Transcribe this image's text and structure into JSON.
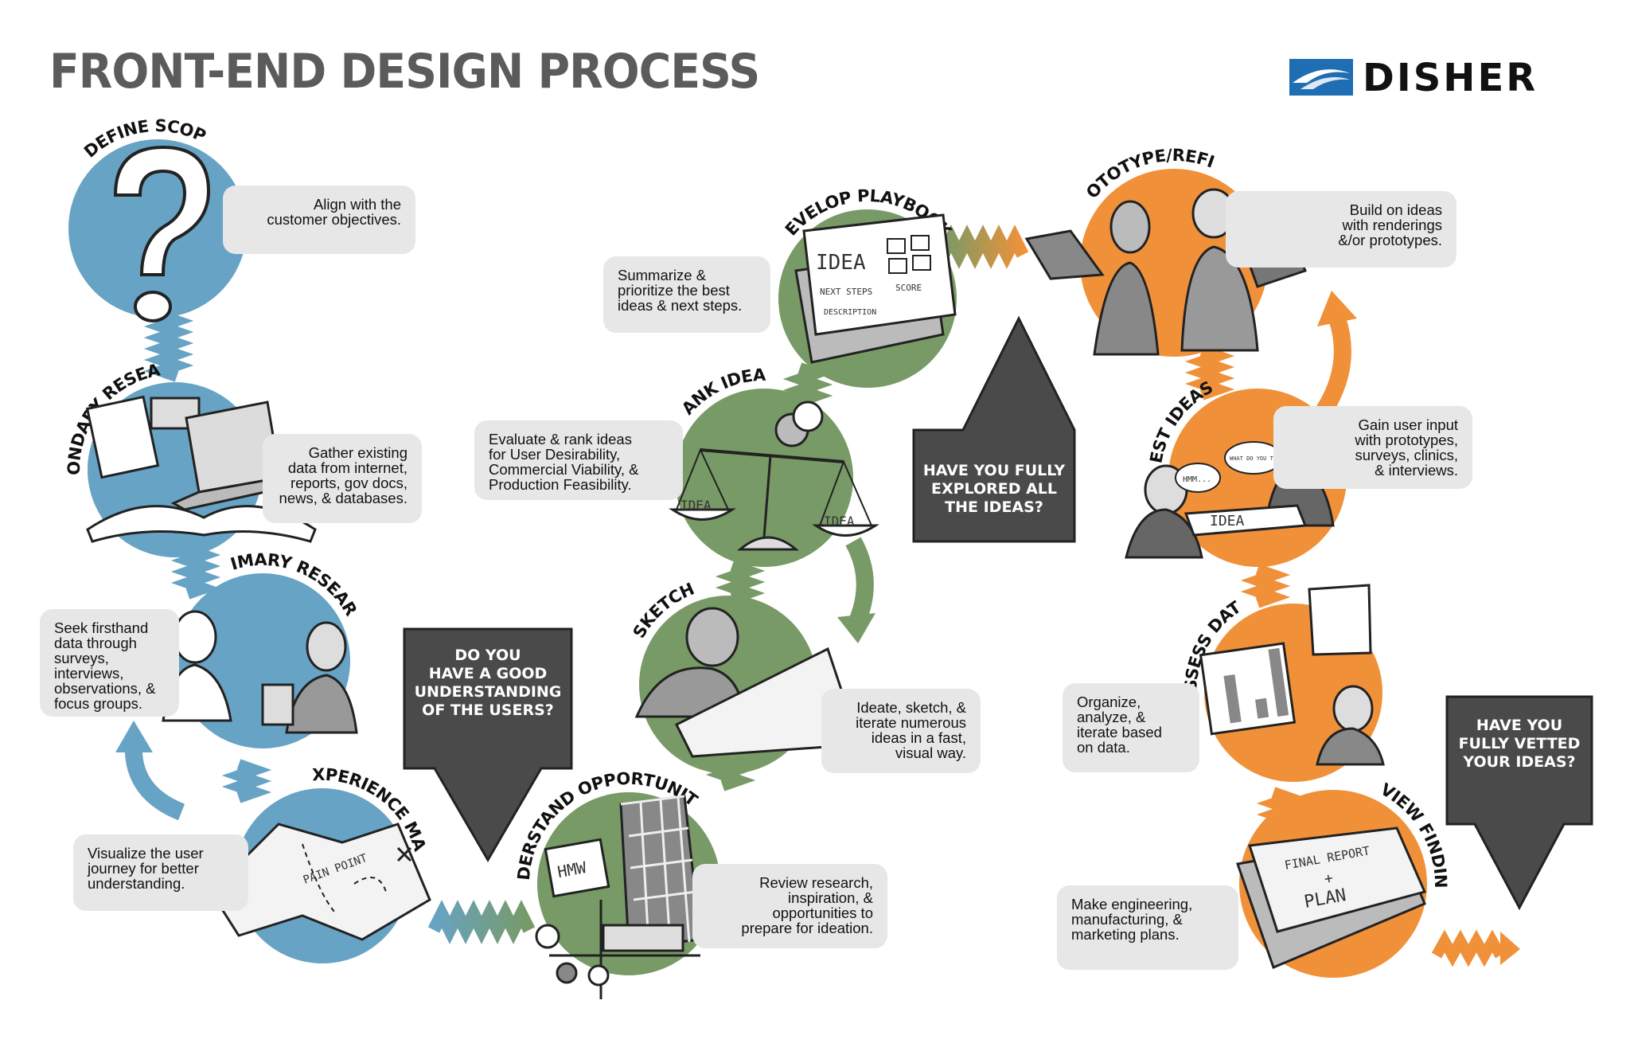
{
  "title": "FRONT-END DESIGN PROCESS",
  "logo": {
    "name": "DISHER"
  },
  "colors": {
    "blue": "#67a3c4",
    "green": "#789a66",
    "orange": "#f0913a",
    "dark": "#4a4a4a",
    "box": "#e7e7e7"
  },
  "stages": [
    {
      "label": "DEFINE SCOPE",
      "color": "blue",
      "icon": "question-mark-icon",
      "text": "Align with the\ncustomer objectives."
    },
    {
      "label": "SECONDARY RESEARCH",
      "color": "blue",
      "icon": "laptop-book-icon",
      "text": "Gather existing\ndata from internet,\nreports, gov docs,\nnews, & databases."
    },
    {
      "label": "PRIMARY RESEARCH",
      "color": "blue",
      "icon": "interview-people-icon",
      "text": "Seek firsthand\ndata through\nsurveys,\ninterviews,\nobservations, &\nfocus groups."
    },
    {
      "label": "EXPERIENCE MAP",
      "color": "blue",
      "icon": "map-icon",
      "text": "Visualize the user\njourney for better\nunderstanding.",
      "sketch": "PAIN POINT"
    },
    {
      "label": "UNDERSTAND OPPORTUNITIES",
      "color": "green",
      "icon": "opportunity-grid-icon",
      "text": "Review research,\ninspiration, &\nopportunities to\nprepare for ideation.",
      "sketch": "HMW"
    },
    {
      "label": "SKETCH",
      "color": "green",
      "icon": "sketching-person-icon",
      "text": "Ideate, sketch, &\niterate numerous\nideas in a fast,\nvisual way."
    },
    {
      "label": "RANK IDEAS",
      "color": "green",
      "icon": "balance-scale-icon",
      "text": "Evaluate & rank ideas\nfor User Desirability,\nCommercial Viability, &\nProduction Feasibility.",
      "sketch": [
        "IDEA",
        "IDEA"
      ]
    },
    {
      "label": "DEVELOP PLAYBOOKS",
      "color": "green",
      "icon": "playbook-icon",
      "text": "Summarize &\nprioritize the best\nideas & next steps.",
      "sketch": [
        "IDEA",
        "NEXT STEPS",
        "SCORE",
        "DESCRIPTION"
      ]
    },
    {
      "label": "PROTOTYPE/REFINE",
      "color": "orange",
      "icon": "prototype-people-icon",
      "text": "Build on ideas\nwith renderings\n&/or prototypes."
    },
    {
      "label": "TEST IDEAS",
      "color": "orange",
      "icon": "user-test-icon",
      "text": "Gain user input\nwith prototypes,\nsurveys, clinics,\n& interviews.",
      "sketch": [
        "HMM...",
        "WHAT DO YOU THINK",
        "IDEA"
      ]
    },
    {
      "label": "ASSESS DATA",
      "color": "orange",
      "icon": "data-chart-icon",
      "text": "Organize,\nanalyze, &\niterate based\non data."
    },
    {
      "label": "REVIEW FINDINGS",
      "color": "orange",
      "icon": "binder-icon",
      "text": "Make engineering,\nmanufacturing, &\nmarketing plans.",
      "sketch": [
        "FINAL REPORT",
        "+",
        "PLAN"
      ]
    }
  ],
  "questions": [
    {
      "text": "DO YOU\nHAVE A GOOD\nUNDERSTANDING\nOF THE USERS?",
      "direction": "down"
    },
    {
      "text": "HAVE YOU FULLY\nEXPLORED ALL\nTHE IDEAS?",
      "direction": "up"
    },
    {
      "text": "HAVE YOU\nFULLY VETTED\nYOUR IDEAS?",
      "direction": "down"
    }
  ]
}
